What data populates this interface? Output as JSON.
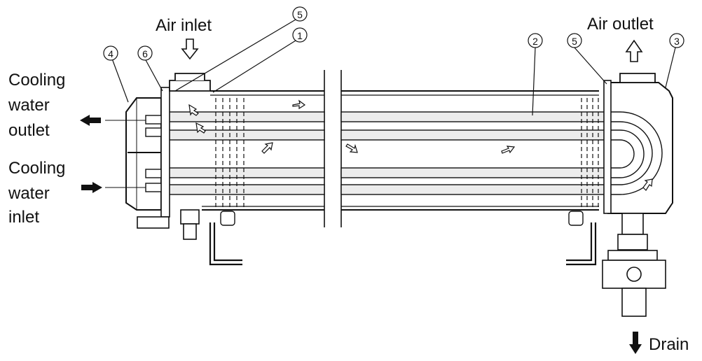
{
  "labels": {
    "air_inlet": "Air inlet",
    "air_outlet": "Air outlet",
    "cooling_water_outlet": [
      "Cooling",
      "water",
      "outlet"
    ],
    "cooling_water_inlet": [
      "Cooling",
      "water",
      "inlet"
    ],
    "drain": "Drain"
  },
  "callouts": [
    "5",
    "1",
    "2",
    "5",
    "3",
    "4",
    "6"
  ],
  "colors": {
    "line": "#111111",
    "tube_fill": "#ececec",
    "shell_fill": "#ffffff"
  }
}
